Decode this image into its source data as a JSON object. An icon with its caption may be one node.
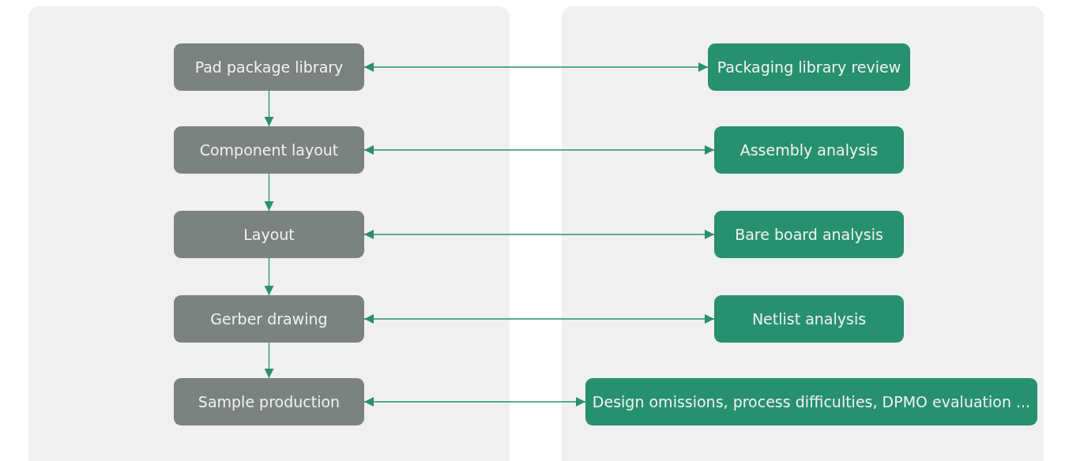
{
  "diagram": {
    "nodes": [
      {
        "text": [
          "Pad package library"
        ]
      },
      {
        "text": [
          "Component layout"
        ]
      },
      {
        "text": [
          "Layout"
        ]
      },
      {
        "text": [
          "Gerber drawing"
        ]
      },
      {
        "text": [
          "Sample production"
        ]
      },
      {
        "text": [
          "Packaging library review"
        ]
      },
      {
        "text": [
          "Assembly analysis"
        ]
      },
      {
        "text": [
          "Bare board analysis"
        ]
      },
      {
        "text": [
          "Netlist analysis"
        ]
      },
      {
        "text": [
          "Design omissions, process difficulties, DPMO evaluation ..."
        ]
      }
    ],
    "edges": [
      {
        "from": 0,
        "to": 1,
        "arrow": "to"
      },
      {
        "from": 1,
        "to": 2,
        "arrow": "to"
      },
      {
        "from": 2,
        "to": 3,
        "arrow": "to"
      },
      {
        "from": 3,
        "to": 4,
        "arrow": "to"
      },
      {
        "from": 0,
        "to": 5,
        "arrow": "both"
      },
      {
        "from": 1,
        "to": 6,
        "arrow": "both"
      },
      {
        "from": 2,
        "to": 7,
        "arrow": "both"
      },
      {
        "from": 3,
        "to": 8,
        "arrow": "both"
      },
      {
        "from": 4,
        "to": 9,
        "arrow": "both"
      }
    ]
  }
}
